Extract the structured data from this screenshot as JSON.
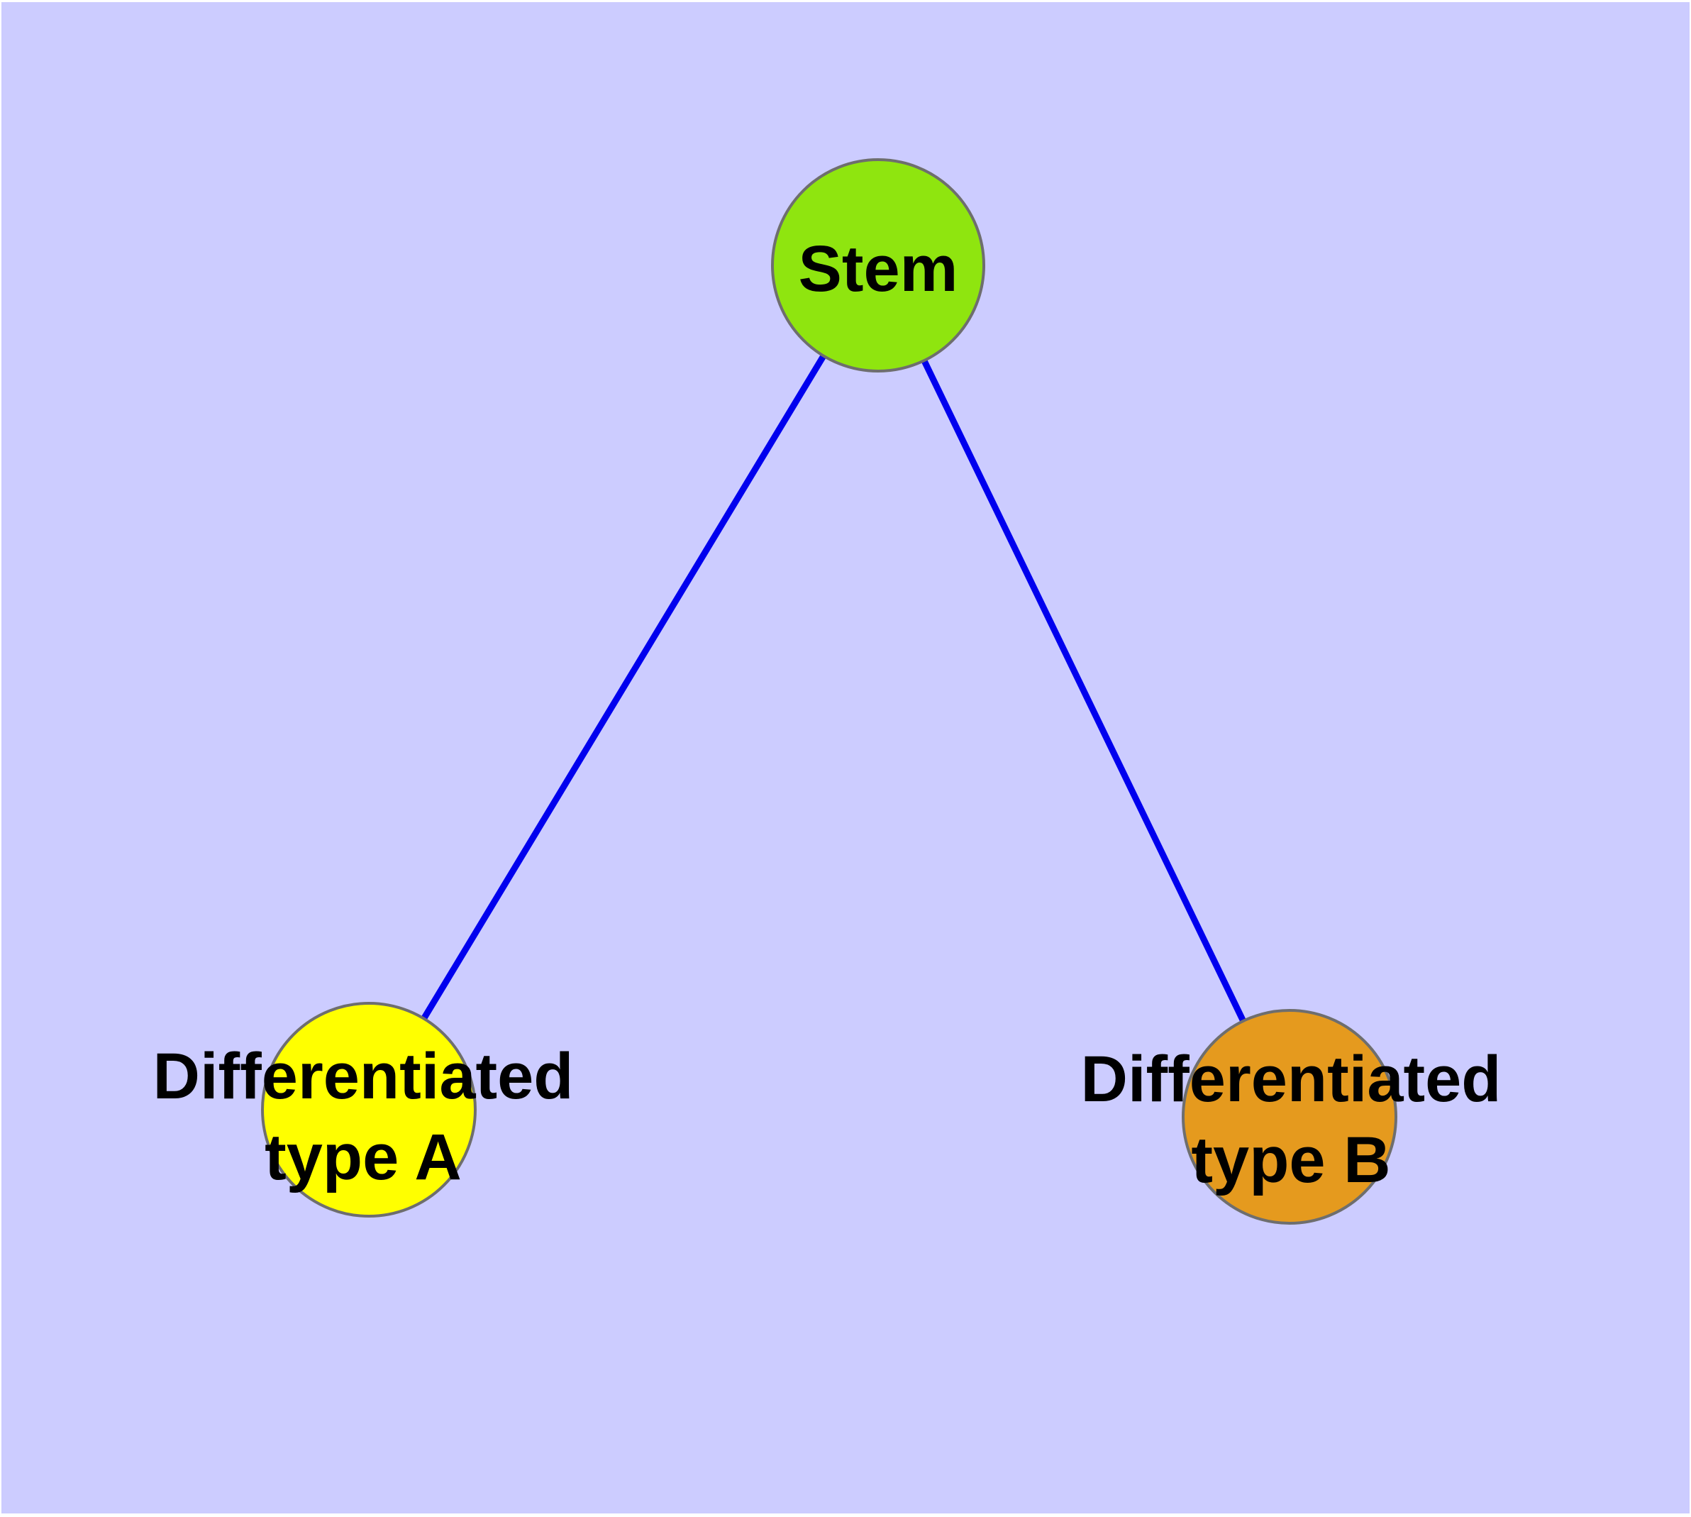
{
  "diagram": {
    "type": "graph",
    "background_color": "#CCCCFF",
    "frame_color": "#FFFFFF",
    "edge_color": "#0000EE",
    "node_border_color": "#6E6E6E",
    "label_color": "#000000",
    "nodes": {
      "stem": {
        "label": "Stem",
        "fill": "#8FE50F"
      },
      "typeA": {
        "label_line1": "Differentiated",
        "label_line2": "type A",
        "fill": "#FFFF00"
      },
      "typeB": {
        "label_line1": "Differentiated",
        "label_line2": "type B",
        "fill": "#E59A1E"
      }
    },
    "edges": [
      {
        "from": "stem",
        "to": "typeA"
      },
      {
        "from": "stem",
        "to": "typeB"
      }
    ]
  }
}
